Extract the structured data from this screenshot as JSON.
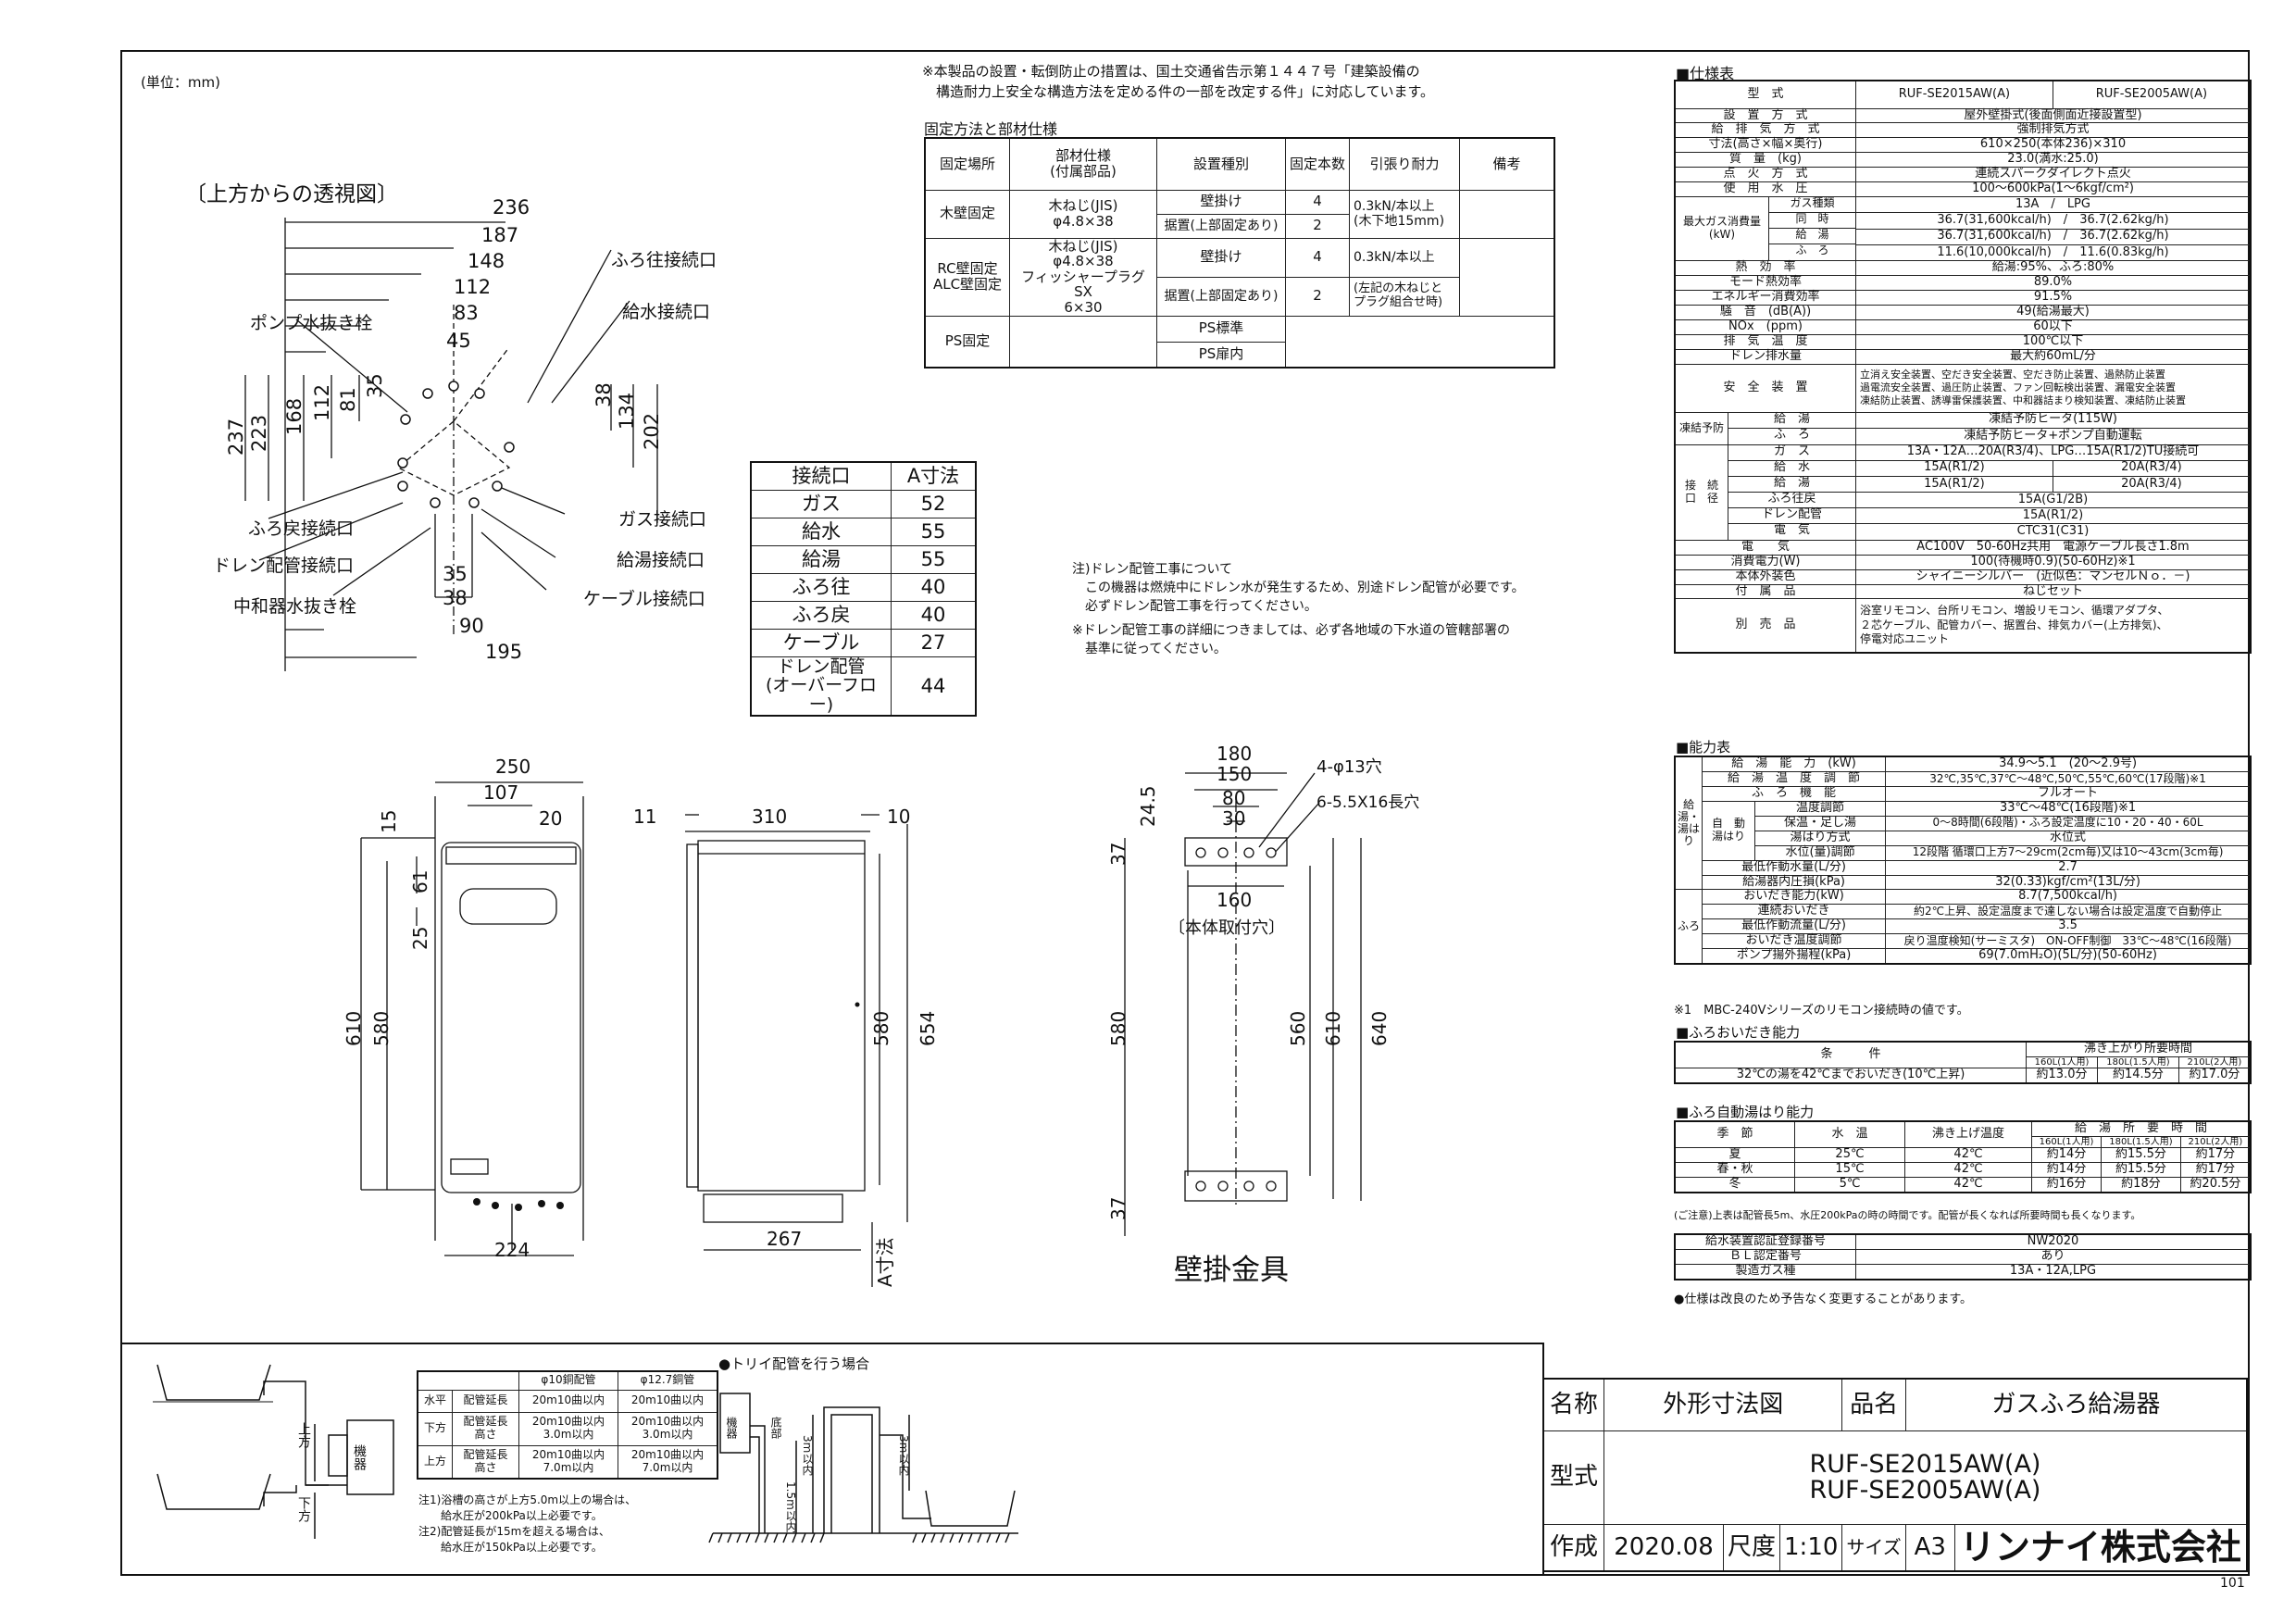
{
  "unit_note": "(単位：mm)",
  "notice_top": [
    "※本製品の設置・転倒防止の措置は、国土交通省告示第１４４７号「建築設備の",
    "　構造耐力上安全な構造方法を定める件の一部を改定する件」に対応しています。"
  ],
  "fix_table": {
    "title": "固定方法と部材仕様",
    "headers": [
      "固定場所",
      "部材仕様\n(付属部品)",
      "設置種別",
      "固定本数",
      "引張り耐力",
      "備考"
    ],
    "rows": [
      {
        "place": "木壁固定",
        "material": "木ねじ(JIS)\nφ4.8×38",
        "types": [
          "壁掛け",
          "据置(上部固定あり)"
        ],
        "counts": [
          "4",
          "2"
        ],
        "strength": "0.3kN/本以上\n(木下地15mm)"
      },
      {
        "place": "RC壁固定\nALC壁固定",
        "material": "木ねじ(JIS)\nφ4.8×38\nフィッシャープラグSX\n6×30",
        "types": [
          "壁掛け",
          "据置(上部固定あり)"
        ],
        "counts": [
          "4",
          "2"
        ],
        "strengths": [
          "0.3kN/本以上",
          "(左記の木ねじと\nプラグ組合せ時)"
        ]
      },
      {
        "place": "PS固定",
        "types": [
          "PS標準",
          "PS扉内"
        ]
      }
    ]
  },
  "top_view": {
    "title": "〔上方からの透視図〕",
    "dims_h": [
      "236",
      "187",
      "148",
      "112",
      "83",
      "45"
    ],
    "dims_v": [
      "237",
      "223",
      "168",
      "112",
      "81",
      "35",
      "38",
      "134",
      "202"
    ],
    "dims_bottom": [
      "35",
      "38",
      "90",
      "195"
    ],
    "labels": [
      "ふろ往接続口",
      "給水接続口",
      "ポンプ水抜き栓",
      "ふろ戻接続口",
      "ドレン配管接続口",
      "中和器水抜き栓",
      "ガス接続口",
      "給湯接続口",
      "ケーブル接続口"
    ]
  },
  "conn_table": {
    "headers": [
      "接続口",
      "A寸法"
    ],
    "rows": [
      [
        "ガス",
        "52"
      ],
      [
        "給水",
        "55"
      ],
      [
        "給湯",
        "55"
      ],
      [
        "ふろ往",
        "40"
      ],
      [
        "ふろ戻",
        "40"
      ],
      [
        "ケーブル",
        "27"
      ],
      [
        "ドレン配管\n(オーバーフロー)",
        "44"
      ]
    ]
  },
  "drain_note": [
    "注)ドレン配管工事について",
    "　この機器は燃焼中にドレン水が発生するため、別途ドレン配管が必要です。",
    "　必ずドレン配管工事を行ってください。",
    "※ドレン配管工事の詳細につきましては、必ず各地域の下水道の管轄部署の",
    "　基準に従ってください。"
  ],
  "front_view": {
    "dims": [
      "250",
      "107",
      "20",
      "15",
      "61",
      "25",
      "610",
      "580",
      "224"
    ]
  },
  "side_view": {
    "dims": [
      "11",
      "310",
      "10",
      "580",
      "654",
      "267",
      "A寸法"
    ]
  },
  "bracket": {
    "title": "壁掛金具",
    "dims": [
      "180",
      "150",
      "80",
      "30",
      "24.5",
      "37",
      "160",
      "580",
      "560",
      "610",
      "640",
      "37"
    ],
    "hole1": "4-φ13穴",
    "hole2": "6-5.5X16長穴",
    "caption": "〔本体取付穴〕"
  },
  "spec": {
    "title": "■仕様表",
    "header": [
      "型　式",
      "RUF-SE2015AW(A)",
      "RUF-SE2005AW(A)"
    ],
    "rows": [
      [
        "設　置　方　式",
        "屋外壁掛式(後面側面近接設置型)"
      ],
      [
        "給　排　気　方　式",
        "強制排気方式"
      ],
      [
        "寸法(高さ×幅×奥行)",
        "610×250(本体236)×310"
      ],
      [
        "質　量　(kg)",
        "23.0(満水:25.0)"
      ],
      [
        "点　火　方　式",
        "連続スパークダイレクト点火"
      ],
      [
        "使　用　水　圧",
        "100～600kPa(1～6kgf/cm²)"
      ]
    ],
    "gas_group": "最大ガス消費量\n(kW)",
    "gas_rows": [
      [
        "ガス種類",
        "13A　/　LPG"
      ],
      [
        "同　時",
        "36.7(31,600kcal/h)　/　36.7(2.62kg/h)"
      ],
      [
        "給　湯",
        "36.7(31,600kcal/h)　/　36.7(2.62kg/h)"
      ],
      [
        "ふ　ろ",
        "11.6(10,000kcal/h)　/　11.6(0.83kg/h)"
      ]
    ],
    "rows2": [
      [
        "熱　効　率",
        "給湯:95%、ふろ:80%"
      ],
      [
        "モード熱効率",
        "89.0%"
      ],
      [
        "エネルギー消費効率",
        "91.5%"
      ],
      [
        "騒　音　(dB(A))",
        "49(給湯最大)"
      ],
      [
        "NOx　(ppm)",
        "60以下"
      ],
      [
        "排　気　温　度",
        "100℃以下"
      ],
      [
        "ドレン排水量",
        "最大約60mL/分"
      ]
    ],
    "safety_label": "安　全　装　置",
    "safety": [
      "立消え安全装置、空だき安全装置、空だき防止装置、過熱防止装置",
      "過電流安全装置、過圧防止装置、ファン回転検出装置、漏電安全装置",
      "凍結防止装置、誘導雷保護装置、中和器詰まり検知装置、凍結防止装置"
    ],
    "freeze_group": "凍結予防",
    "freeze": [
      [
        "給　湯",
        "凍結予防ヒータ(115W)"
      ],
      [
        "ふ　ろ",
        "凍結予防ヒータ+ポンプ自動運転"
      ]
    ],
    "conn_group": "接　続\n口　径",
    "conn": [
      [
        "ガ　ス",
        "13A・12A…20A(R3/4)、LPG…15A(R1/2)TU接続可"
      ],
      [
        "給　水",
        "15A(R1/2)",
        "20A(R3/4)"
      ],
      [
        "給　湯",
        "15A(R1/2)",
        "20A(R3/4)"
      ],
      [
        "ふろ往戻",
        "15A(G1/2B)"
      ],
      [
        "ドレン配管",
        "15A(R1/2)"
      ],
      [
        "電　気",
        "CTC31(C31)"
      ]
    ],
    "rows3": [
      [
        "電　　気",
        "AC100V　50-60Hz共用　電源ケーブル長さ1.8m"
      ],
      [
        "消費電力(W)",
        "100(待機時0.9)(50-60Hz)※1"
      ],
      [
        "本体外装色",
        "シャイニーシルバー　(近似色：マンセルＮｏ．－)"
      ],
      [
        "付　属　品",
        "ねじセット"
      ]
    ],
    "option_label": "別　売　品",
    "option": [
      "浴室リモコン、台所リモコン、増設リモコン、循環アダプタ、",
      "２芯ケーブル、配管カバー、据置台、排気カバー(上方排気)、",
      "停電対応ユニット"
    ]
  },
  "capacity": {
    "title": "■能力表",
    "side_a": "給湯・湯はり",
    "side_b": "ふろ",
    "rows": [
      [
        "給　湯　能　力　(kW)",
        "34.9～5.1　(20～2.9号)"
      ],
      [
        "給　湯　温　度　調　節",
        "32℃,35℃,37℃～48℃,50℃,55℃,60℃(17段階)※1"
      ],
      [
        "ふ　ろ　機　能",
        "フルオート"
      ],
      [
        "温度調節",
        "33℃～48℃(16段階)※1"
      ],
      [
        "保温・足し湯",
        "0～8時間(6段階)・ふろ設定温度に10・20・40・60L"
      ],
      [
        "湯はり方式",
        "水位式"
      ],
      [
        "水位(量)調節",
        "12段階 循環口上方7～29cm(2cm毎)又は10～43cm(3cm毎)"
      ],
      [
        "最低作動水量(L/分)",
        "2.7"
      ],
      [
        "給湯器内圧損(kPa)",
        "32(0.33)kgf/cm²(13L/分)"
      ],
      [
        "おいだき能力(kW)",
        "8.7(7,500kcal/h)"
      ],
      [
        "連続おいだき",
        "約2℃上昇、設定温度まで達しない場合は設定温度で自動停止"
      ],
      [
        "最低作動流量(L/分)",
        "3.5"
      ],
      [
        "おいだき温度調節",
        "戻り温度検知(サーミスタ)　ON-OFF制御　33℃～48℃(16段階)"
      ],
      [
        "ポンプ揚外揚程(kPa)",
        "69(7.0mH₂O)(5L/分)(50-60Hz)"
      ]
    ],
    "auto_label": "自　動\n湯はり",
    "note": "※1　MBC-240Vシリーズのリモコン接続時の値です。"
  },
  "oidaki": {
    "title": "■ふろおいだき能力",
    "head": [
      "条　　　件",
      "沸き上がり所要時間"
    ],
    "sub": [
      "160L(1人用)",
      "180L(1.5人用)",
      "210L(2人用)"
    ],
    "row": [
      "32℃の湯を42℃までおいだき(10℃上昇)",
      "約13.0分",
      "約14.5分",
      "約17.0分"
    ]
  },
  "yuhari": {
    "title": "■ふろ自動湯はり能力",
    "head": [
      "季　節",
      "水　温",
      "沸き上げ温度",
      "給　湯　所　要　時　間"
    ],
    "sub": [
      "160L(1人用)",
      "180L(1.5人用)",
      "210L(2人用)"
    ],
    "rows": [
      [
        "夏",
        "25℃",
        "42℃",
        "約14分",
        "約15.5分",
        "約17分"
      ],
      [
        "春・秋",
        "15℃",
        "42℃",
        "約14分",
        "約15.5分",
        "約17分"
      ],
      [
        "冬",
        "5℃",
        "42℃",
        "約16分",
        "約18分",
        "約20.5分"
      ]
    ],
    "note": "(ご注意)上表は配管長5m、水圧200kPaの時の時間です。配管が長くなれば所要時間も長くなります。"
  },
  "cert": {
    "rows": [
      [
        "給水装置認証登録番号",
        "NW2020"
      ],
      [
        "ＢＬ認定番号",
        "あり"
      ],
      [
        "製造ガス種",
        "13A・12A,LPG"
      ]
    ],
    "note": "●仕様は改良のため予告なく変更することがあります。"
  },
  "piping": {
    "head": [
      "φ10銅配管",
      "φ12.7銅管"
    ],
    "rows": [
      [
        "水平",
        "配管延長",
        "20m10曲以内",
        "20m10曲以内"
      ],
      [
        "下方",
        "配管延長\n高さ",
        "20m10曲以内\n3.0m以内",
        "20m10曲以内\n3.0m以内"
      ],
      [
        "上方",
        "配管延長\n高さ",
        "20m10曲以内\n7.0m以内",
        "20m10曲以内\n7.0m以内"
      ]
    ],
    "notes": [
      "注1)浴槽の高さが上方5.0m以上の場合は、",
      "　　給水圧が200kPa以上必要です。",
      "注2)配管延長が15mを超える場合は、",
      "　　給水圧が150kPa以上必要です。"
    ],
    "kiki": "機器",
    "up": "上方",
    "down": "下方",
    "toi_title": "●トリイ配管を行う場合",
    "toi_labels": [
      "機器",
      "底部",
      "1.5m以内",
      "3m以内",
      "3m以内"
    ]
  },
  "titleblock": {
    "name_k": "名称",
    "name_v": "外形寸法図",
    "prod_k": "品名",
    "prod_v": "ガスふろ給湯器",
    "model_k": "型式",
    "model_v": [
      "RUF-SE2015AW(A)",
      "RUF-SE2005AW(A)"
    ],
    "made_k": "作成",
    "made_v": "2020.08",
    "scale_k": "尺度",
    "scale_v": "1:10",
    "size_k": "サイズ",
    "size_v": "A3",
    "company": "リンナイ株式会社"
  },
  "page_no": "101"
}
